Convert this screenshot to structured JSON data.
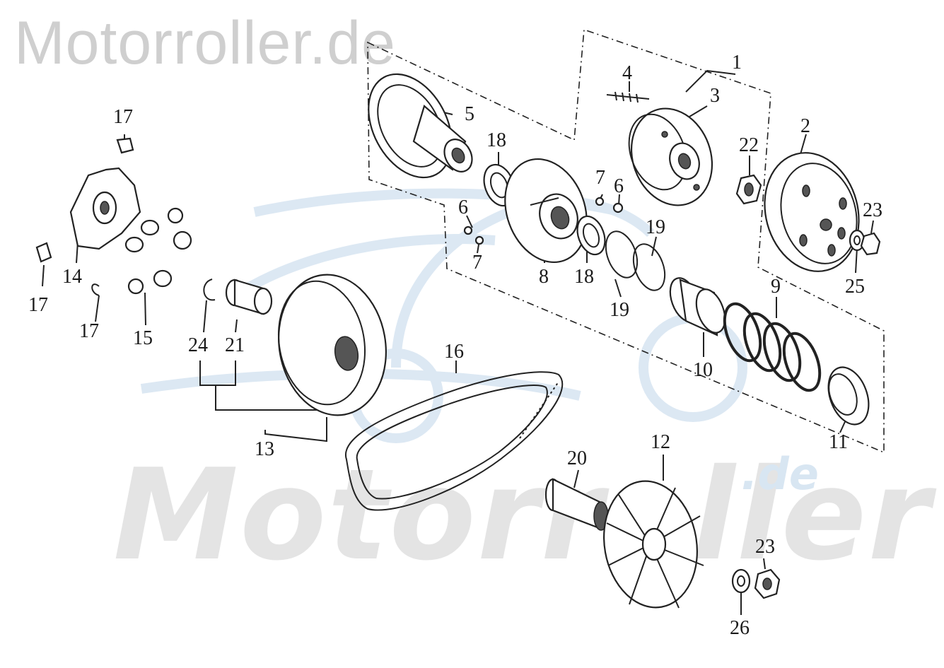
{
  "watermark": {
    "top_text": "Motorroller.de",
    "big_text": "Motorroller",
    "suffix_text": ".de"
  },
  "colors": {
    "line": "#222222",
    "watermark_grey": "#cfcfcf",
    "watermark_blue": "#d8e6f2"
  },
  "callouts": [
    "1",
    "2",
    "3",
    "4",
    "5",
    "6",
    "6",
    "7",
    "7",
    "8",
    "9",
    "10",
    "11",
    "12",
    "13",
    "14",
    "15",
    "16",
    "17",
    "17",
    "17",
    "18",
    "18",
    "19",
    "19",
    "20",
    "21",
    "22",
    "23",
    "23",
    "24",
    "25",
    "26"
  ]
}
